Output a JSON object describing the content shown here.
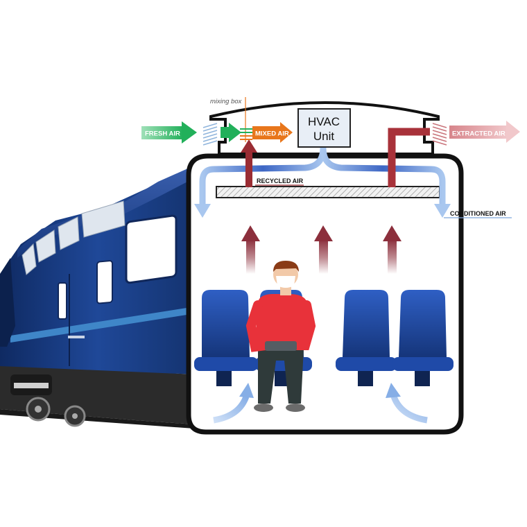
{
  "labels": {
    "mixing_box": "mixing box",
    "fresh_air": "FRESH AIR",
    "mixed_air": "MIXED AIR",
    "hvac_line1": "HVAC",
    "hvac_line2": "Unit",
    "extracted_air": "EXTRACTED AIR",
    "recycled_air": "RECYCLED AIR",
    "conditioned_air": "CONDITIONED AIR"
  },
  "colors": {
    "fresh_air": "#22b05a",
    "mixed_air": "#e8761b",
    "extracted_air": "#a8323a",
    "conditioned_air": "#3d66c4",
    "recycled_air": "#9a2c33",
    "rising_air": "#8c2f3c",
    "train_body": "#1c3f86",
    "seat": "#1e4aa5",
    "shirt": "#e8323a",
    "hvac_box": "#e8eef6"
  }
}
